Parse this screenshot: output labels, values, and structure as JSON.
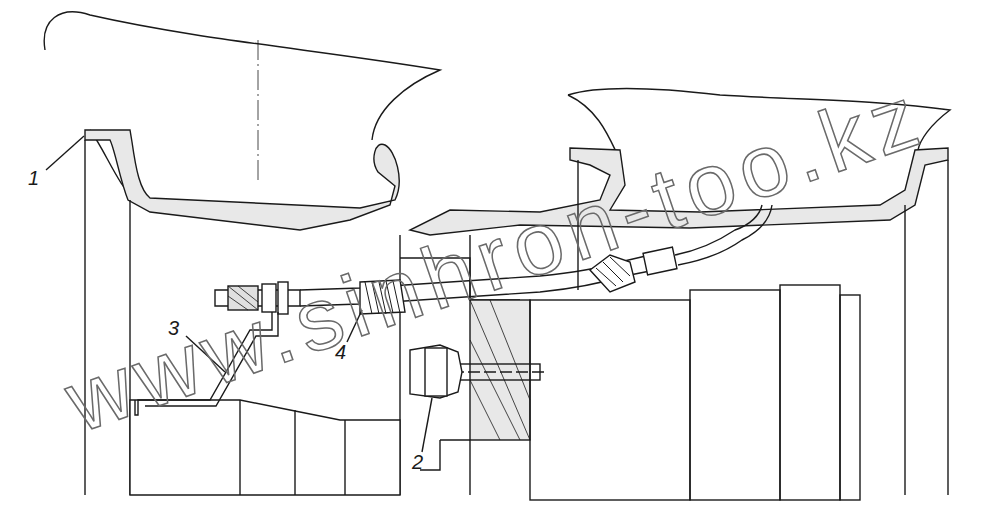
{
  "diagram": {
    "labels": [
      "1",
      "2",
      "3",
      "4",
      "www.sinhron-too.kz"
    ]
  }
}
